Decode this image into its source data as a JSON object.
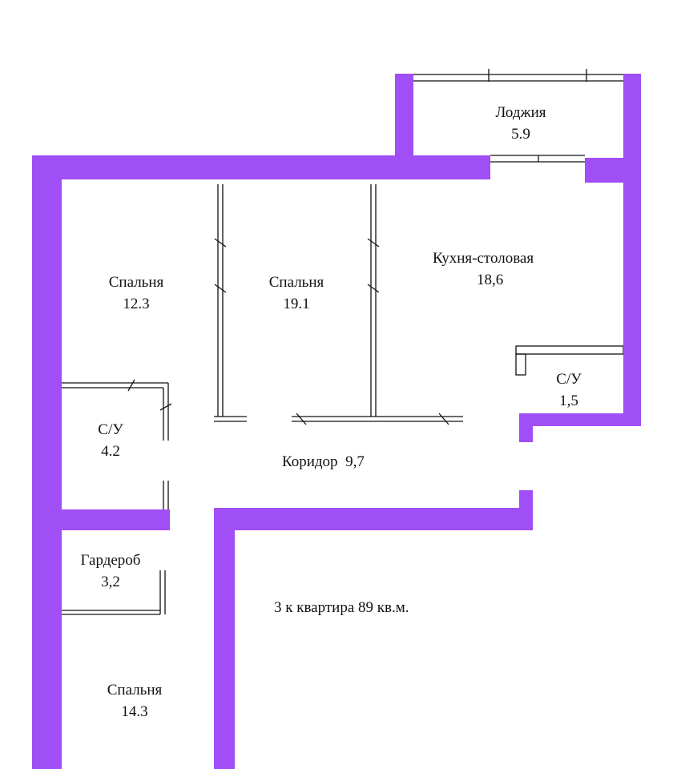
{
  "plan": {
    "wall_color": "#a04ef6",
    "title": "3 к квартира 89 кв.м.",
    "rooms": [
      {
        "name": "Лоджия",
        "area": "5.9"
      },
      {
        "name": "Спальня",
        "area": "12.3"
      },
      {
        "name": "Спальня",
        "area": "19.1"
      },
      {
        "name": "Кухня-столовая",
        "area": "18,6"
      },
      {
        "name": "С/У",
        "area": "1,5"
      },
      {
        "name": "С/У",
        "area": "4.2"
      },
      {
        "name": "Коридор",
        "area": "9,7"
      },
      {
        "name": "Гардероб",
        "area": "3,2"
      },
      {
        "name": "Спальня",
        "area": "14.3"
      }
    ]
  }
}
